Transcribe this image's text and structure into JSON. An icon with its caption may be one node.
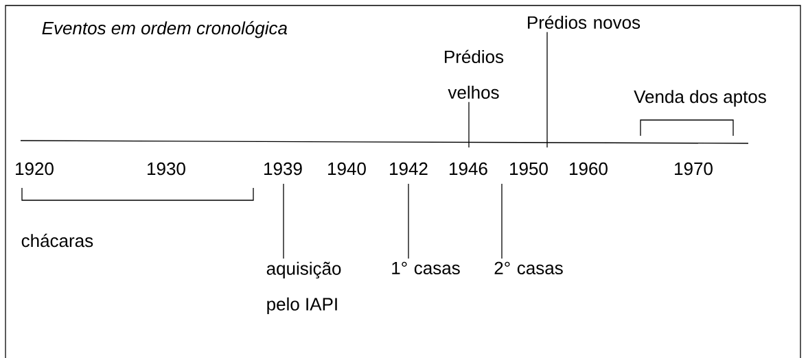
{
  "diagram": {
    "title": "Eventos em ordem cronológica",
    "nodes": [
      {
        "text": [
          "Prédios novos"
        ]
      },
      {
        "text": [
          "Prédios velhos"
        ]
      },
      {
        "text": [
          "aquisição pelo IAPI"
        ]
      },
      {
        "text": [
          "1° casas"
        ]
      },
      {
        "text": [
          "2° casas"
        ]
      }
    ],
    "edges": [
      {
        "from": 0,
        "to": null,
        "arrow": "none"
      },
      {
        "from": 1,
        "to": null,
        "arrow": "none"
      },
      {
        "from": 2,
        "to": null,
        "arrow": "none"
      },
      {
        "from": 3,
        "to": null,
        "arrow": "none"
      },
      {
        "from": 4,
        "to": null,
        "arrow": "none"
      }
    ],
    "labels": [
      "Venda dos aptos",
      "1920",
      "1930",
      "1939",
      "1940",
      "1942",
      "1946",
      "1950",
      "1960",
      "1970",
      "chácaras"
    ]
  }
}
